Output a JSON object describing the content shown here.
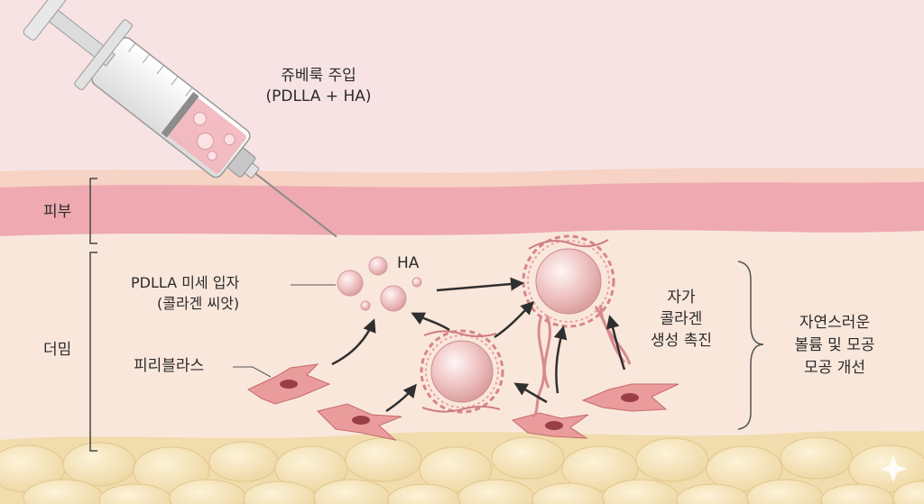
{
  "title": {
    "line1": "쥬베룩 주입",
    "line2": "(PDLLA + HA)"
  },
  "layers": {
    "skin": "피부",
    "dermis": "더밈"
  },
  "labels": {
    "pdlla_line1": "PDLLA 미세 입자",
    "pdlla_line2": "(콜라겐 씨앗)",
    "ha": "HA",
    "fibroblast": "피리블라스",
    "collagen_line1": "자가",
    "collagen_line2": "콜라겐",
    "collagen_line3": "생성 촉진",
    "result_line1": "자연스러운",
    "result_line2": "볼륨 및 모공",
    "result_line3": "모공 개선"
  },
  "colors": {
    "background": "#f7e3e3",
    "skin_layer": "#eeaab0",
    "dermis": "#fae7dc",
    "fat": "#f3e0b4",
    "particle": "#f0c4c4",
    "fibroblast": "#ea9c9c",
    "text": "#2b2b2b"
  }
}
